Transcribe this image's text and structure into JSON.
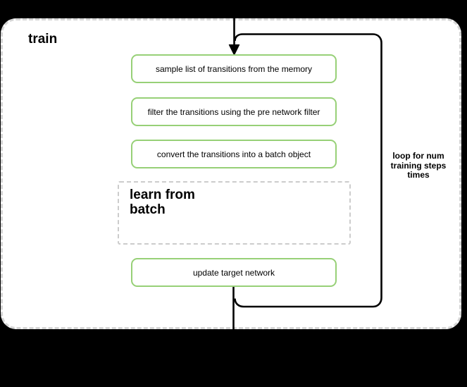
{
  "train_label": "train",
  "steps": [
    {
      "label": "sample list of transitions from the memory"
    },
    {
      "label": "filter the transitions using the pre network filter"
    },
    {
      "label": "convert the transitions into a batch object"
    },
    {
      "label": "update target network"
    }
  ],
  "subprocess": {
    "lines": [
      "learn from",
      "batch"
    ]
  },
  "loop_label": {
    "lines": [
      "loop for num",
      "training steps",
      "times"
    ]
  },
  "colors": {
    "background": "#000000",
    "canvas": "#ffffff",
    "container_border": "#d5d5d5",
    "step_border": "#97d077",
    "step_fill": "#ffffff",
    "subprocess_border": "#cccccc",
    "connector": "#000000",
    "text": "#000000"
  }
}
